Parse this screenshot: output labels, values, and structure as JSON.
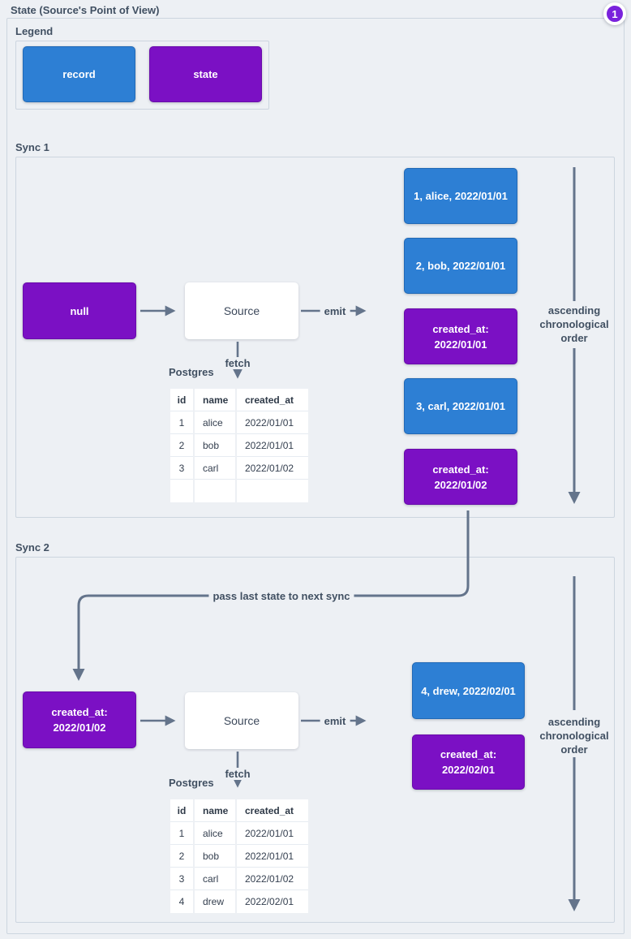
{
  "title": "State (Source's Point of View)",
  "badge": "1",
  "colors": {
    "record": "#2d7fd4",
    "state": "#7b10c4",
    "badge": "#7a22dc",
    "arrow": "#64748b"
  },
  "legend": {
    "label": "Legend",
    "record_label": "record",
    "state_label": "state"
  },
  "connector_label": "pass last state to next sync",
  "sync1": {
    "label": "Sync 1",
    "input_state": "null",
    "source_label": "Source",
    "emit_label": "emit",
    "fetch_label": "fetch",
    "db_label": "Postgres",
    "table": {
      "headers": [
        "id",
        "name",
        "created_at"
      ],
      "rows": [
        [
          "1",
          "alice",
          "2022/01/01"
        ],
        [
          "2",
          "bob",
          "2022/01/01"
        ],
        [
          "3",
          "carl",
          "2022/01/02"
        ],
        [
          "",
          "",
          ""
        ]
      ]
    },
    "outputs": [
      {
        "type": "record",
        "text": "1, alice, 2022/01/01"
      },
      {
        "type": "record",
        "text": "2, bob, 2022/01/01"
      },
      {
        "type": "state",
        "text": "created_at: 2022/01/01"
      },
      {
        "type": "record",
        "text": "3, carl, 2022/01/01"
      },
      {
        "type": "state",
        "text": "created_at: 2022/01/02"
      }
    ],
    "order_note": "ascending chronological order"
  },
  "sync2": {
    "label": "Sync 2",
    "input_state": "created_at: 2022/01/02",
    "source_label": "Source",
    "emit_label": "emit",
    "fetch_label": "fetch",
    "db_label": "Postgres",
    "table": {
      "headers": [
        "id",
        "name",
        "created_at"
      ],
      "rows": [
        [
          "1",
          "alice",
          "2022/01/01"
        ],
        [
          "2",
          "bob",
          "2022/01/01"
        ],
        [
          "3",
          "carl",
          "2022/01/02"
        ],
        [
          "4",
          "drew",
          "2022/02/01"
        ]
      ]
    },
    "outputs": [
      {
        "type": "record",
        "text": "4, drew, 2022/02/01"
      },
      {
        "type": "state",
        "text": "created_at: 2022/02/01"
      }
    ],
    "order_note": "ascending chronological order"
  }
}
